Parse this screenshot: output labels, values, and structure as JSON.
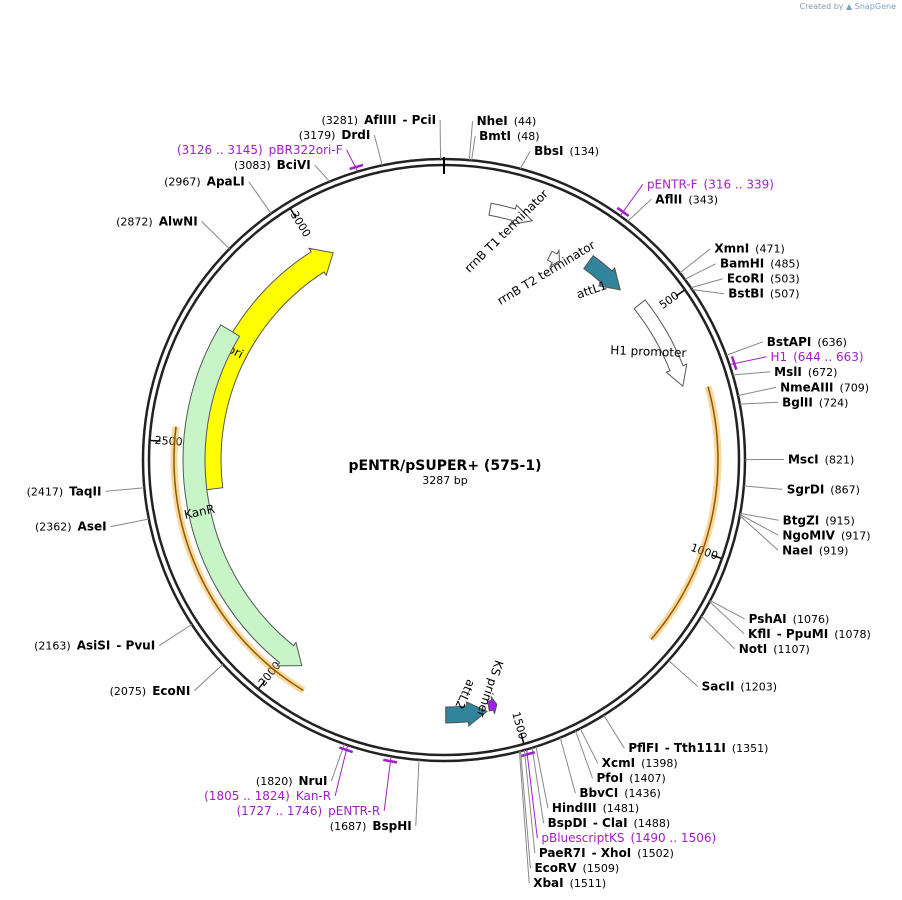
{
  "credit": {
    "prefix": "Created by",
    "brand": "SnapGene"
  },
  "plasmid": {
    "name": "pENTR/pSUPER+ (575-1)",
    "length_label": "3287 bp",
    "length": 3287
  },
  "ticks": [
    {
      "pos": 500,
      "label": "500"
    },
    {
      "pos": 1000,
      "label": "1000"
    },
    {
      "pos": 1500,
      "label": "1500"
    },
    {
      "pos": 2000,
      "label": "2000"
    },
    {
      "pos": 2500,
      "label": "2500"
    },
    {
      "pos": 3000,
      "label": "3000"
    }
  ],
  "features": [
    {
      "label": "ori",
      "start": 2400,
      "end": 3030,
      "direction": "cw",
      "color": "#ffff00"
    },
    {
      "label": "KanR",
      "start": 1960,
      "end": 2750,
      "direction": "ccw",
      "color": "#c8f5c8"
    },
    {
      "label": "rrnB T1 terminator",
      "start": 95,
      "end": 185,
      "direction": "cw",
      "color": "#ffffff"
    },
    {
      "label": "rrnB T2 terminator",
      "start": 250,
      "end": 275,
      "direction": "cw",
      "color": "#ffffff"
    },
    {
      "label": "attL1",
      "start": 330,
      "end": 420,
      "direction": "cw",
      "color": "#31849b"
    },
    {
      "label": "H1 promoter",
      "start": 470,
      "end": 665,
      "direction": "cw",
      "color": "#ffffff"
    },
    {
      "label": "attL2",
      "start": 1555,
      "end": 1640,
      "direction": "ccw",
      "color": "#31849b"
    },
    {
      "label": "KS primer",
      "start": 1532,
      "end": 1550,
      "direction": "ccw",
      "color": "#a020f0"
    }
  ],
  "sites": [
    {
      "name": "AfIIII",
      "extra": "- PciI",
      "pos_label": "(3281)",
      "pos": 3281,
      "side": "left"
    },
    {
      "name": "NheI",
      "pos_label": "(44)",
      "pos": 44,
      "side": "right"
    },
    {
      "name": "BmtI",
      "pos_label": "(48)",
      "pos": 48,
      "side": "right"
    },
    {
      "name": "BbsI",
      "pos_label": "(134)",
      "pos": 134,
      "side": "right"
    },
    {
      "name": "AflII",
      "pos_label": "(343)",
      "pos": 343,
      "side": "right"
    },
    {
      "name": "XmnI",
      "pos_label": "(471)",
      "pos": 471,
      "side": "right"
    },
    {
      "name": "BamHI",
      "pos_label": "(485)",
      "pos": 485,
      "side": "right"
    },
    {
      "name": "EcoRI",
      "pos_label": "(503)",
      "pos": 503,
      "side": "right"
    },
    {
      "name": "BstBI",
      "pos_label": "(507)",
      "pos": 507,
      "side": "right"
    },
    {
      "name": "BstAPI",
      "pos_label": "(636)",
      "pos": 636,
      "side": "right"
    },
    {
      "name": "MslI",
      "pos_label": "(672)",
      "pos": 672,
      "side": "right"
    },
    {
      "name": "NmeAIII",
      "pos_label": "(709)",
      "pos": 709,
      "side": "right"
    },
    {
      "name": "BglII",
      "pos_label": "(724)",
      "pos": 724,
      "side": "right"
    },
    {
      "name": "MscI",
      "pos_label": "(821)",
      "pos": 821,
      "side": "right"
    },
    {
      "name": "SgrDI",
      "pos_label": "(867)",
      "pos": 867,
      "side": "right"
    },
    {
      "name": "BtgZI",
      "pos_label": "(915)",
      "pos": 915,
      "side": "right"
    },
    {
      "name": "NgoMIV",
      "pos_label": "(917)",
      "pos": 917,
      "side": "right"
    },
    {
      "name": "NaeI",
      "pos_label": "(919)",
      "pos": 919,
      "side": "right"
    },
    {
      "name": "PshAI",
      "pos_label": "(1076)",
      "pos": 1076,
      "side": "right"
    },
    {
      "name": "KflI",
      "extra": "- PpuMI",
      "pos_label": "(1078)",
      "pos": 1078,
      "side": "right"
    },
    {
      "name": "NotI",
      "pos_label": "(1107)",
      "pos": 1107,
      "side": "right"
    },
    {
      "name": "SacII",
      "pos_label": "(1203)",
      "pos": 1203,
      "side": "right"
    },
    {
      "name": "PflFI",
      "extra": "- Tth111I",
      "pos_label": "(1351)",
      "pos": 1351,
      "side": "right"
    },
    {
      "name": "XcmI",
      "pos_label": "(1398)",
      "pos": 1398,
      "side": "right"
    },
    {
      "name": "PfoI",
      "pos_label": "(1407)",
      "pos": 1407,
      "side": "right"
    },
    {
      "name": "BbvCI",
      "pos_label": "(1436)",
      "pos": 1436,
      "side": "right"
    },
    {
      "name": "HindIII",
      "pos_label": "(1481)",
      "pos": 1481,
      "side": "right"
    },
    {
      "name": "BspDI",
      "extra": "- ClaI",
      "pos_label": "(1488)",
      "pos": 1488,
      "side": "right"
    },
    {
      "name": "PaeR7I",
      "extra": "- XhoI",
      "pos_label": "(1502)",
      "pos": 1502,
      "side": "right"
    },
    {
      "name": "EcoRV",
      "pos_label": "(1509)",
      "pos": 1509,
      "side": "right"
    },
    {
      "name": "XbaI",
      "pos_label": "(1511)",
      "pos": 1511,
      "side": "right"
    },
    {
      "name": "BspHI",
      "pos_label": "(1687)",
      "pos": 1687,
      "side": "left"
    },
    {
      "name": "NruI",
      "pos_label": "(1820)",
      "pos": 1820,
      "side": "left"
    },
    {
      "name": "EcoNI",
      "pos_label": "(2075)",
      "pos": 2075,
      "side": "left"
    },
    {
      "name": "AsiSI",
      "extra": "- PvuI",
      "pos_label": "(2163)",
      "pos": 2163,
      "side": "left"
    },
    {
      "name": "AseI",
      "pos_label": "(2362)",
      "pos": 2362,
      "side": "left"
    },
    {
      "name": "TaqII",
      "pos_label": "(2417)",
      "pos": 2417,
      "side": "left"
    },
    {
      "name": "AlwNI",
      "pos_label": "(2872)",
      "pos": 2872,
      "side": "left"
    },
    {
      "name": "ApaLI",
      "pos_label": "(2967)",
      "pos": 2967,
      "side": "left"
    },
    {
      "name": "BciVI",
      "pos_label": "(3083)",
      "pos": 3083,
      "side": "left"
    },
    {
      "name": "DrdI",
      "pos_label": "(3179)",
      "pos": 3179,
      "side": "left"
    }
  ],
  "primers": [
    {
      "name": "pBR322ori-F",
      "range": "(3126 .. 3145)",
      "pos": 3135,
      "side": "left"
    },
    {
      "name": "pENTR-F",
      "range": "(316 .. 339)",
      "pos": 327,
      "side": "right"
    },
    {
      "name": "H1",
      "range": "(644 .. 663)",
      "pos": 653,
      "side": "right"
    },
    {
      "name": "pBluescriptKS",
      "range": "(1490 .. 1506)",
      "pos": 1498,
      "side": "right"
    },
    {
      "name": "Kan-R",
      "range": "(1805 .. 1824)",
      "pos": 1814,
      "side": "left"
    },
    {
      "name": "pENTR-R",
      "range": "(1727 .. 1746)",
      "pos": 1736,
      "side": "left"
    }
  ],
  "orf_highlights": [
    {
      "start": 680,
      "end": 1195,
      "color": "#f5a623"
    },
    {
      "start": 1930,
      "end": 2530,
      "color": "#f5a623"
    }
  ]
}
